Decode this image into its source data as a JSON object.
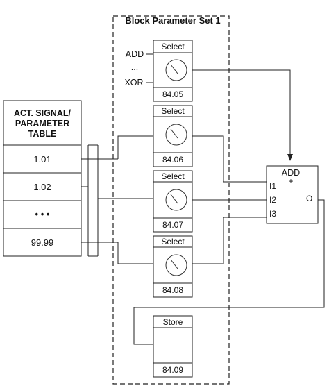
{
  "block_title": "Block Parameter Set 1",
  "table": {
    "header_line1": "ACT. SIGNAL/",
    "header_line2": "PARAMETER",
    "header_line3": "TABLE",
    "rows": [
      "1.01",
      "1.02",
      "• • •",
      "99.99"
    ]
  },
  "select_inputs": {
    "add": "ADD",
    "dots": "...",
    "xor": "XOR"
  },
  "selectors": [
    {
      "title": "Select",
      "param": "84.05"
    },
    {
      "title": "Select",
      "param": "84.06"
    },
    {
      "title": "Select",
      "param": "84.07"
    },
    {
      "title": "Select",
      "param": "84.08"
    }
  ],
  "add_block": {
    "title": "ADD",
    "plus": "+",
    "in1": "I1",
    "in2": "I2",
    "in3": "I3",
    "out": "O"
  },
  "store": {
    "title": "Store",
    "param": "84.09"
  }
}
